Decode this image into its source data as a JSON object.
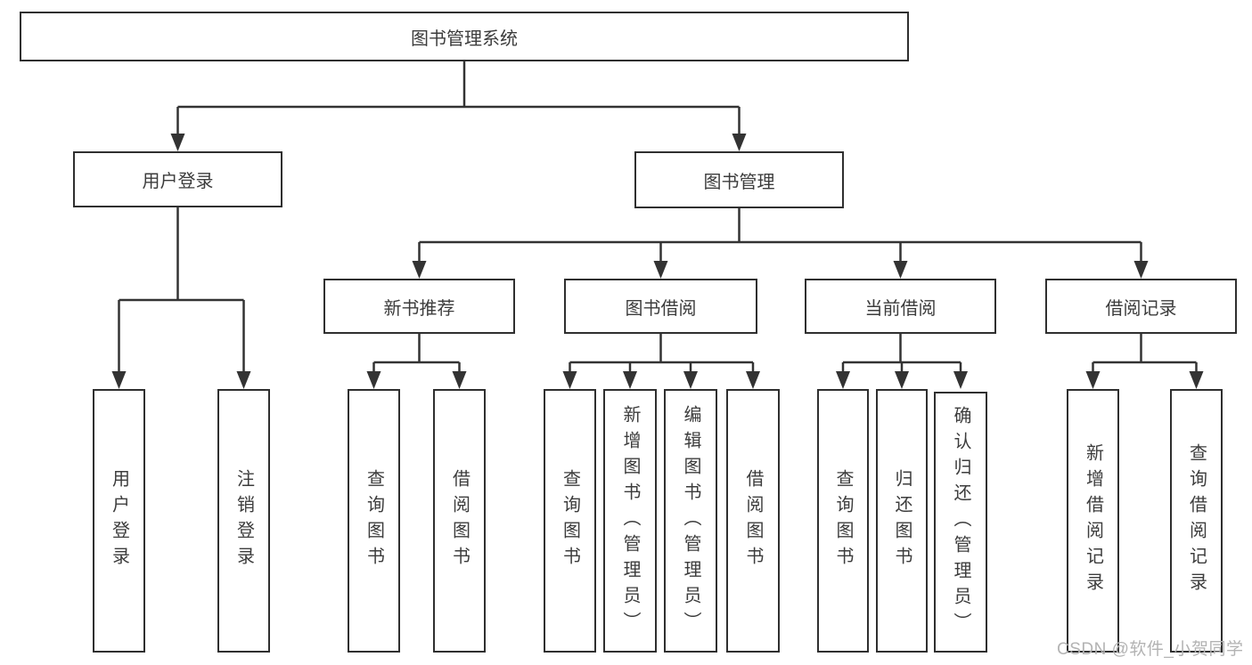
{
  "colors": {
    "line": "#333333",
    "box_border": "#2f2f2f",
    "text": "#3c3c3c",
    "watermark": "#b3b3b3",
    "background": "#ffffff"
  },
  "watermark": "CSDN @软件_小贺同学",
  "chart_type": "org-hierarchy-diagram",
  "tree": {
    "root": {
      "label": "图书管理系统",
      "children": [
        {
          "label": "用户登录",
          "children": [
            {
              "label": "用户登录"
            },
            {
              "label": "注销登录"
            }
          ]
        },
        {
          "label": "图书管理",
          "children": [
            {
              "label": "新书推荐",
              "children": [
                {
                  "label": "查询图书"
                },
                {
                  "label": "借阅图书"
                }
              ]
            },
            {
              "label": "图书借阅",
              "children": [
                {
                  "label": "查询图书"
                },
                {
                  "label": "新增图书（管理员）"
                },
                {
                  "label": "编辑图书（管理员）"
                },
                {
                  "label": "借阅图书"
                }
              ]
            },
            {
              "label": "当前借阅",
              "children": [
                {
                  "label": "查询图书"
                },
                {
                  "label": "归还图书"
                },
                {
                  "label": "确认归还（管理员）"
                }
              ]
            },
            {
              "label": "借阅记录",
              "children": [
                {
                  "label": "新增借阅记录"
                },
                {
                  "label": "查询借阅记录"
                }
              ]
            }
          ]
        }
      ]
    }
  }
}
